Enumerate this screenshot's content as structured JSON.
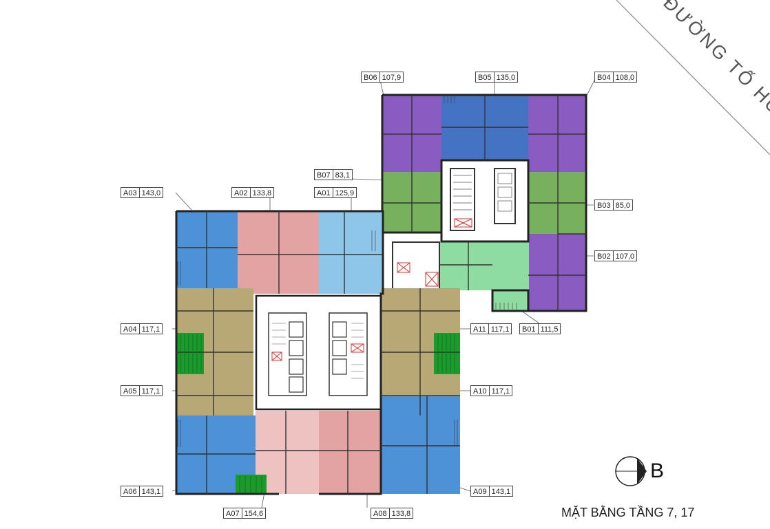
{
  "road_label": "ĐƯỜNG TỐ HỮU",
  "plan_title": "MẶT BẰNG TẦNG 7, 17",
  "compass_letter": "B",
  "colors": {
    "blue": "#4d91d6",
    "pink": "#e3a3a3",
    "light_blue": "#8ec6ea",
    "olive": "#b8a875",
    "green": "#1d9a2e",
    "purple": "#8a5cc2",
    "dark_blue": "#4573c4",
    "sage": "#78b15e",
    "mint": "#8fdca2",
    "light_pink": "#efc2c2"
  },
  "units": [
    {
      "code": "B06",
      "area": "107,9"
    },
    {
      "code": "B05",
      "area": "135,0"
    },
    {
      "code": "B04",
      "area": "108,0"
    },
    {
      "code": "B07",
      "area": "83,1"
    },
    {
      "code": "B03",
      "area": "85,0"
    },
    {
      "code": "B02",
      "area": "107,0"
    },
    {
      "code": "B01",
      "area": "111,5"
    },
    {
      "code": "A03",
      "area": "143,0"
    },
    {
      "code": "A02",
      "area": "133,8"
    },
    {
      "code": "A01",
      "area": "125,9"
    },
    {
      "code": "A04",
      "area": "117,1"
    },
    {
      "code": "A05",
      "area": "117,1"
    },
    {
      "code": "A11",
      "area": "117,1"
    },
    {
      "code": "A10",
      "area": "117,1"
    },
    {
      "code": "A06",
      "area": "143,1"
    },
    {
      "code": "A07",
      "area": "154,6"
    },
    {
      "code": "A08",
      "area": "133,8"
    },
    {
      "code": "A09",
      "area": "143,1"
    }
  ]
}
